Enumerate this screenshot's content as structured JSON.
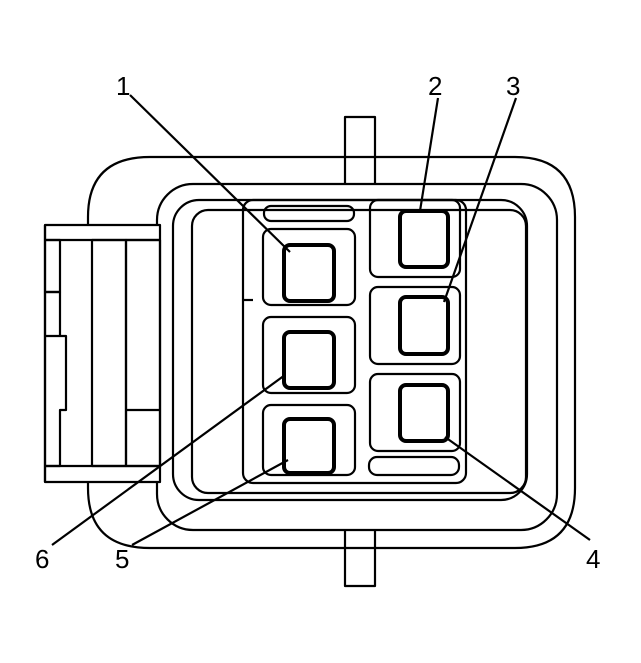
{
  "pins": [
    {
      "id": "pin-1",
      "label": "1"
    },
    {
      "id": "pin-2",
      "label": "2"
    },
    {
      "id": "pin-3",
      "label": "3"
    },
    {
      "id": "pin-4",
      "label": "4"
    },
    {
      "id": "pin-5",
      "label": "5"
    },
    {
      "id": "pin-6",
      "label": "6"
    }
  ]
}
